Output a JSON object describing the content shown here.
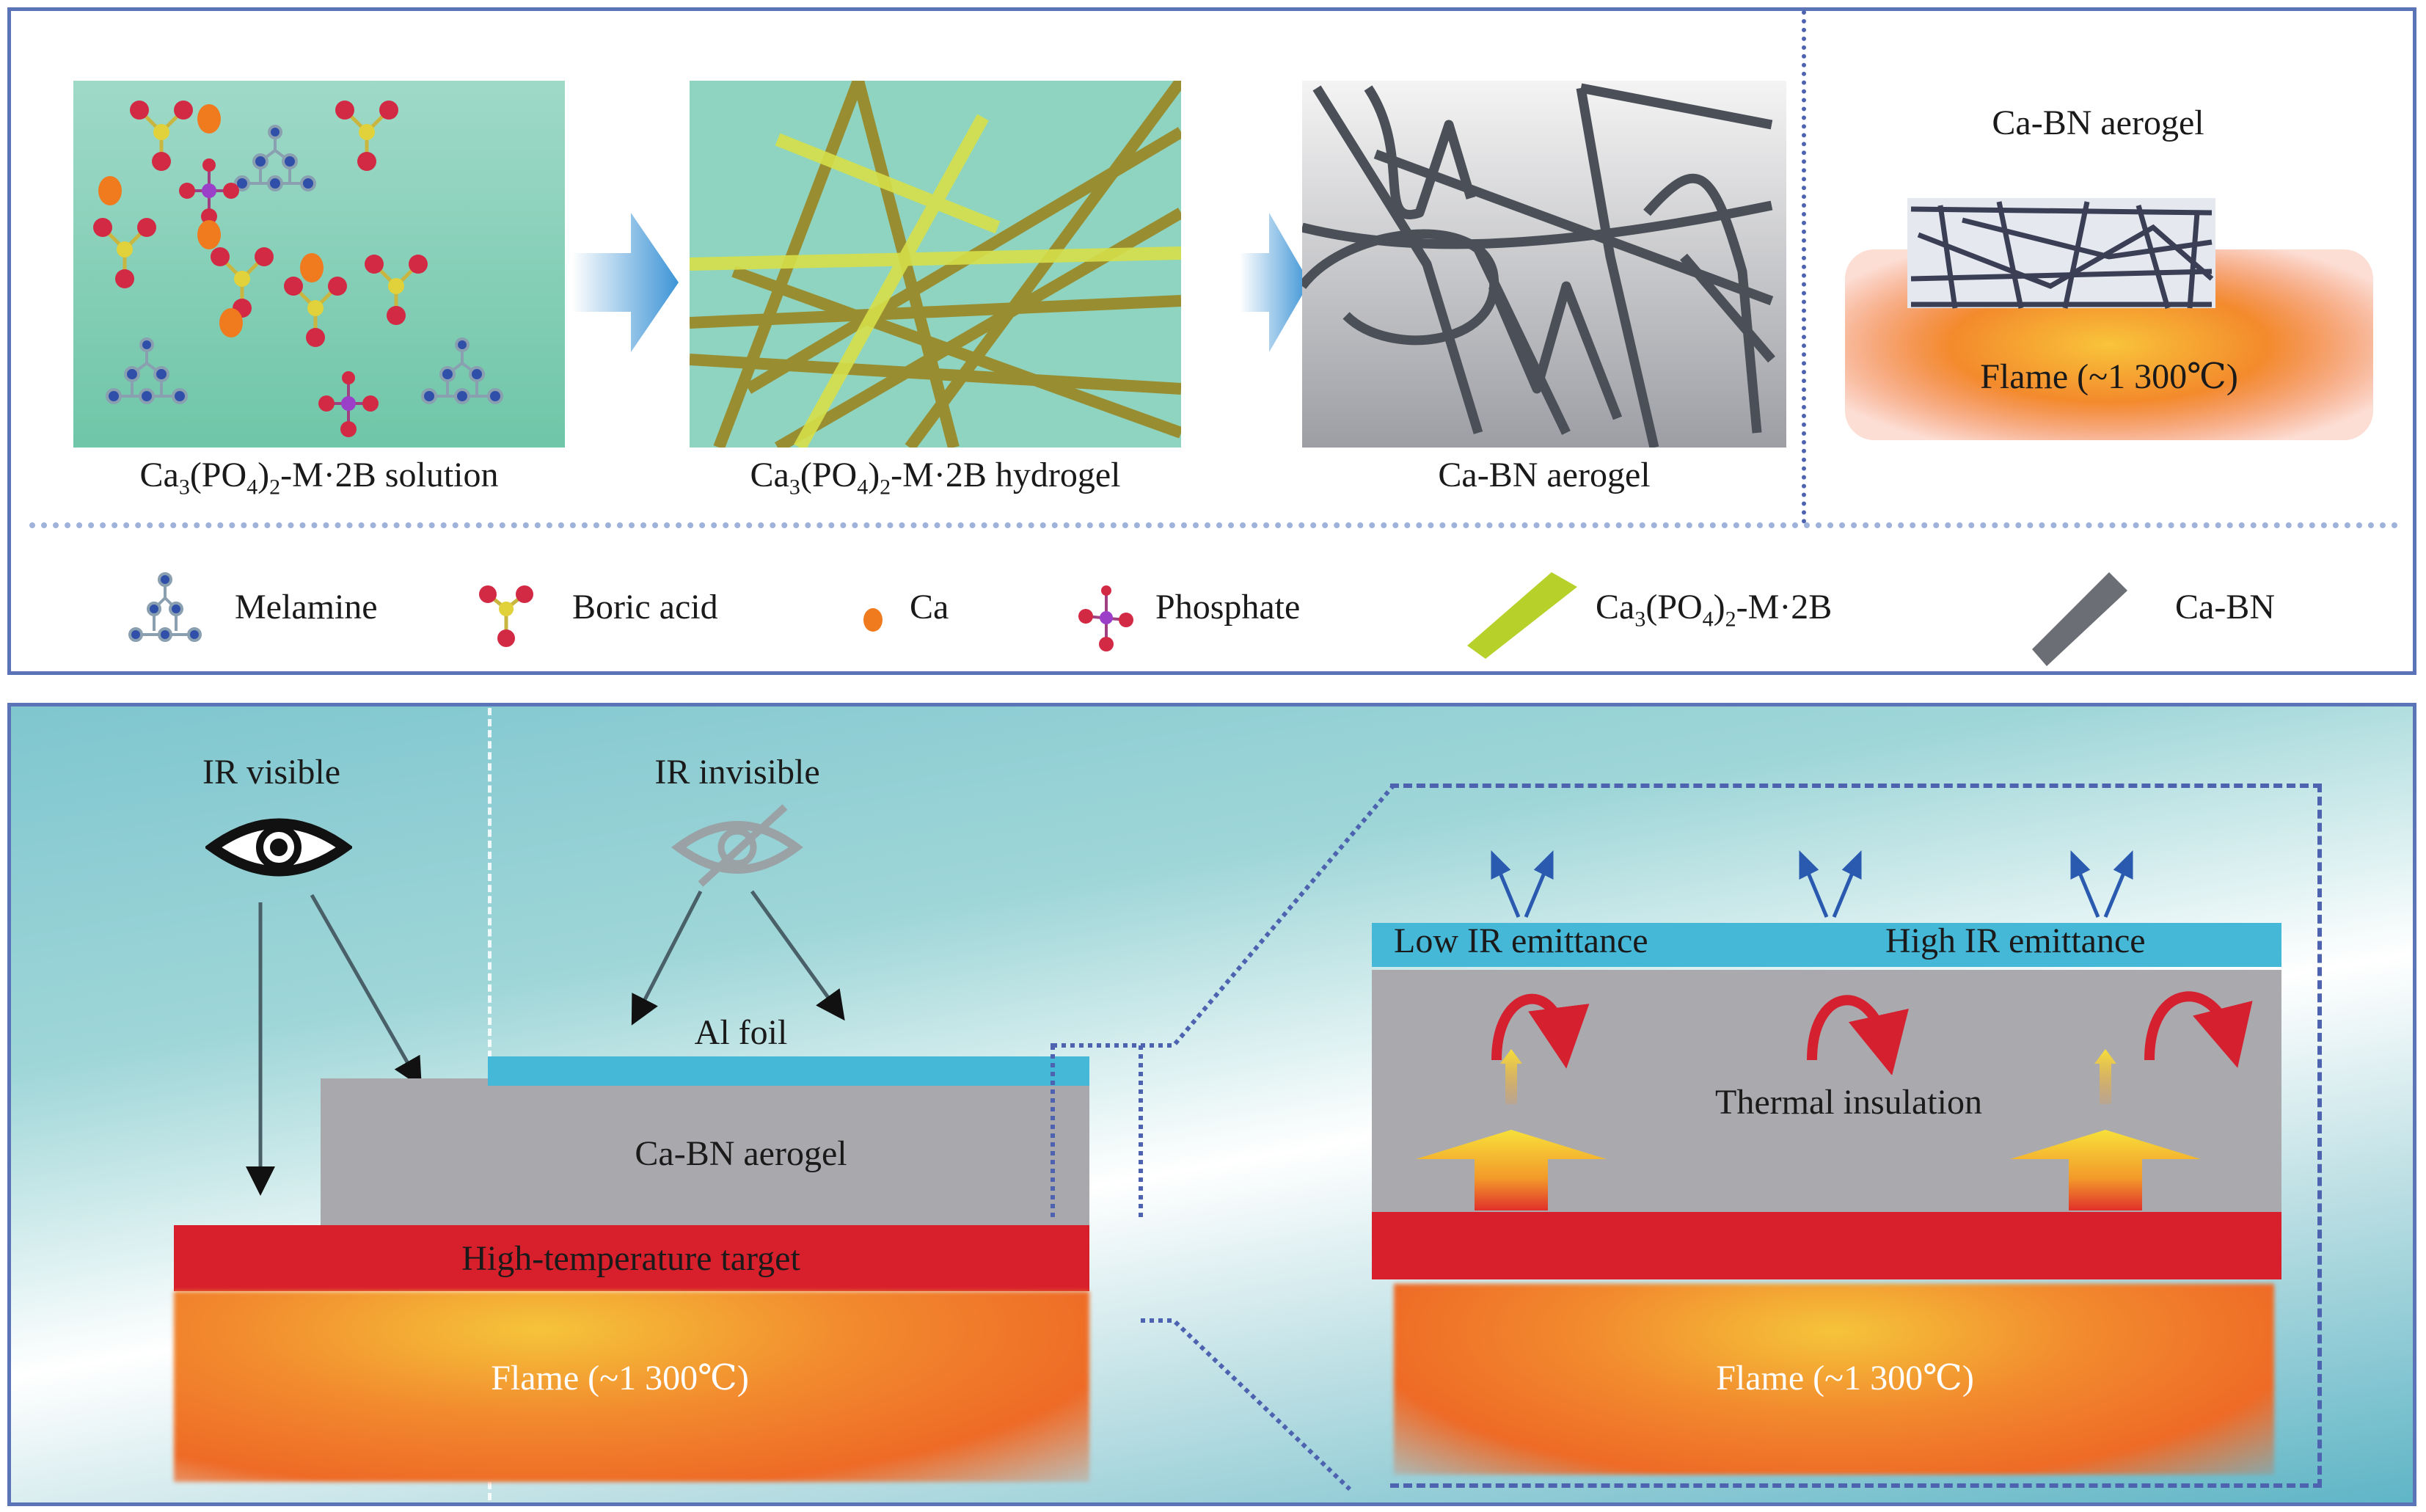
{
  "top": {
    "stages": [
      {
        "caption_pre": "Ca",
        "caption_sub1": "3",
        "caption_mid": "(PO",
        "caption_sub2": "4",
        "caption_post1": ")",
        "caption_sub3": "2",
        "caption_post2": "-M·2B solution"
      },
      {
        "caption_pre": "Ca",
        "caption_sub1": "3",
        "caption_mid": "(PO",
        "caption_sub2": "4",
        "caption_post1": ")",
        "caption_sub3": "2",
        "caption_post2": "-M·2B hydrogel"
      },
      {
        "caption": "Ca-BN aerogel"
      }
    ],
    "flame_panel": {
      "title": "Ca-BN aerogel",
      "flame_label": "Flame (~1 300℃)"
    }
  },
  "legend": [
    {
      "icon": "melamine-icon",
      "label": "Melamine"
    },
    {
      "icon": "boric-acid-icon",
      "label": "Boric acid"
    },
    {
      "icon": "ca-atom-icon",
      "label": "Ca"
    },
    {
      "icon": "phosphate-icon",
      "label": "Phosphate"
    },
    {
      "icon": "hydrogel-fiber-icon",
      "label_pre": "Ca",
      "label_sub1": "3",
      "label_mid": "(PO",
      "label_sub2": "4",
      "label_post1": ")",
      "label_sub3": "2",
      "label_post2": "-M·2B"
    },
    {
      "icon": "ca-bn-fiber-icon",
      "label": "Ca-BN"
    }
  ],
  "bottom": {
    "left": {
      "ir_visible": "IR visible",
      "ir_invisible": "IR invisible",
      "al_foil": "Al foil",
      "aerogel": "Ca-BN aerogel",
      "target": "High-temperature target",
      "flame": "Flame (~1 300℃)"
    },
    "right": {
      "low_ir": "Low IR emittance",
      "high_ir": "High IR emittance",
      "insulation": "Thermal insulation",
      "flame": "Flame (~1 300℃)"
    }
  },
  "colors": {
    "frame": "#5b74b8",
    "al_foil": "#45b8d8",
    "aerogel": "#a9a9ad",
    "target": "#d8202c",
    "flame": "#f07a2a",
    "arrow": "#3d94d6"
  }
}
